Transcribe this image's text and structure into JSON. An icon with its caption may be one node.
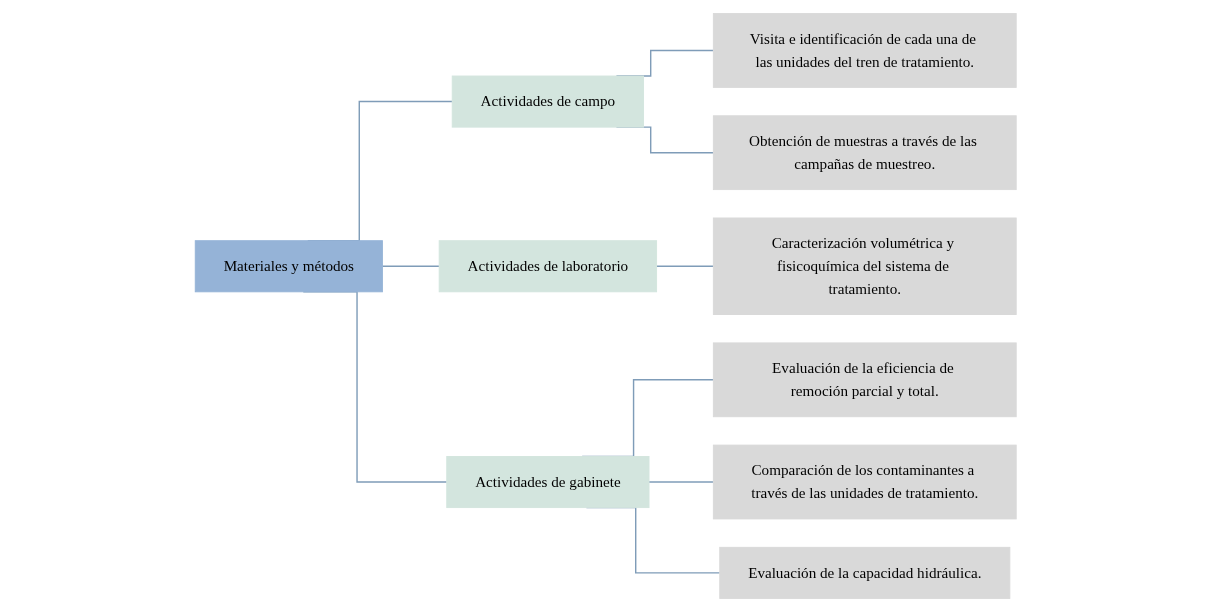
{
  "diagram": {
    "nodes": [
      {
        "text": [
          "Materiales y métodos"
        ]
      },
      {
        "text": [
          "Actividades de campo"
        ]
      },
      {
        "text": [
          "Actividades de laboratorio"
        ]
      },
      {
        "text": [
          "Actividades de gabinete"
        ]
      },
      {
        "text": [
          "Visita e identificación de cada una de las unidades del tren de tratamiento."
        ]
      },
      {
        "text": [
          "Obtención de muestras a través de las campañas de muestreo."
        ]
      },
      {
        "text": [
          "Caracterización volumétrica y fisicoquímica del sistema de tratamiento."
        ]
      },
      {
        "text": [
          "Evaluación de la eficiencia de remoción parcial y total."
        ]
      },
      {
        "text": [
          "Comparación de los contaminantes a través de las unidades de tratamiento."
        ]
      },
      {
        "text": [
          "Evaluación de la capacidad hidráulica."
        ]
      }
    ],
    "edges": [
      {
        "from": 0,
        "to": 1,
        "arrow": "none"
      },
      {
        "from": 0,
        "to": 2,
        "arrow": "none"
      },
      {
        "from": 0,
        "to": 3,
        "arrow": "none"
      },
      {
        "from": 1,
        "to": 4,
        "arrow": "none"
      },
      {
        "from": 1,
        "to": 5,
        "arrow": "none"
      },
      {
        "from": 2,
        "to": 6,
        "arrow": "none"
      },
      {
        "from": 3,
        "to": 7,
        "arrow": "none"
      },
      {
        "from": 3,
        "to": 8,
        "arrow": "none"
      },
      {
        "from": 3,
        "to": 9,
        "arrow": "none"
      }
    ]
  }
}
